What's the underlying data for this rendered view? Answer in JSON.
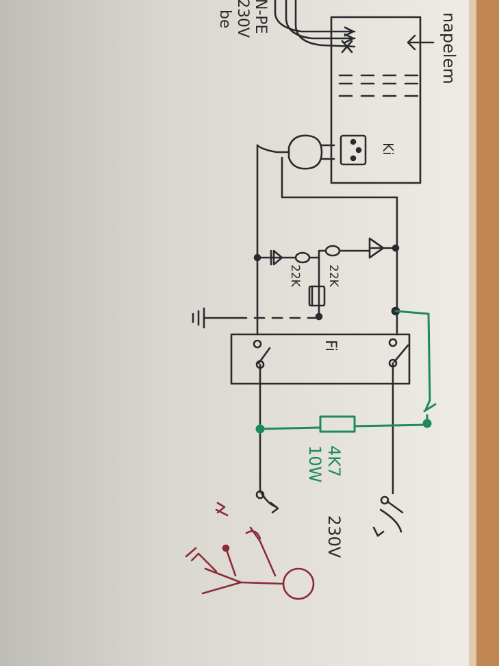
{
  "labels": {
    "panel": "napelem",
    "inverter": "Ki",
    "rcd": "Fi",
    "res1": "22K",
    "res2": "22K",
    "power_res_value": "4K7",
    "power_res_watt": "10W",
    "voltage": "230V",
    "top_line1": "N-PE",
    "top_line2": "230V",
    "top_line3": "be"
  },
  "colors": {
    "paper": "#ebe9e1",
    "ink": "#2a2a2e",
    "green": "#1e8a5c",
    "red": "#8a2b3a",
    "wood": "#c9925a"
  }
}
